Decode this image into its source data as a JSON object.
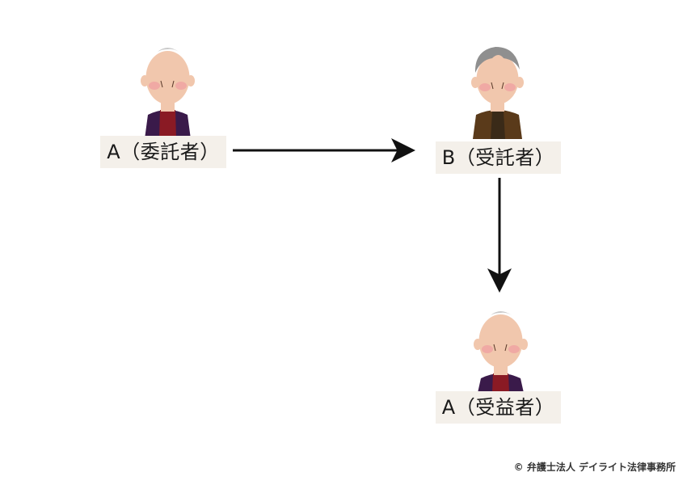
{
  "nodes": {
    "settlor": {
      "label": "A（委託者）",
      "icon": "elderly-man-bald-icon",
      "clothing_color": "#3a1a4a",
      "shirt_color": "#8a1a24"
    },
    "trustee": {
      "label": "B（受託者）",
      "icon": "elderly-man-gray-hair-icon",
      "clothing_color": "#5a3a1a",
      "shirt_color": "#3a2a18"
    },
    "beneficiary": {
      "label": "A（受益者）",
      "icon": "elderly-man-bald-icon",
      "clothing_color": "#3a1a4a",
      "shirt_color": "#8a1a24"
    }
  },
  "edges": [
    {
      "from": "settlor",
      "to": "trustee"
    },
    {
      "from": "trustee",
      "to": "beneficiary"
    }
  ],
  "copyright": "© 弁護士法人 デイライト法律事務所"
}
